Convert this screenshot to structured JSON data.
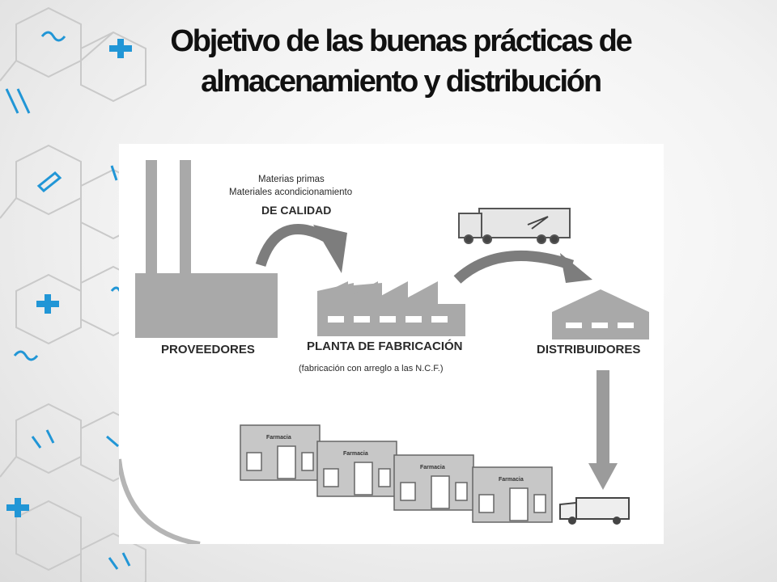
{
  "title": {
    "line1": "Objetivo de las buenas prácticas de",
    "line2": "almacenamiento y distribución"
  },
  "diagram": {
    "inputs_line1": "Materias primas",
    "inputs_line2": "Materiales acondicionamiento",
    "quality_label": "DE CALIDAD",
    "proveedores": "PROVEEDORES",
    "planta": "PLANTA DE FABRICACIÓN",
    "planta_sub": "(fabricación con arreglo a las N.C.F.)",
    "distribuidores": "DISTRIBUIDORES",
    "pharmacy_sign": "Farmacia"
  },
  "colors": {
    "building_fill": "#a9a9a9",
    "building_dark": "#888888",
    "icon_blue": "#2196d6",
    "hex_line": "#c9c9c9"
  }
}
